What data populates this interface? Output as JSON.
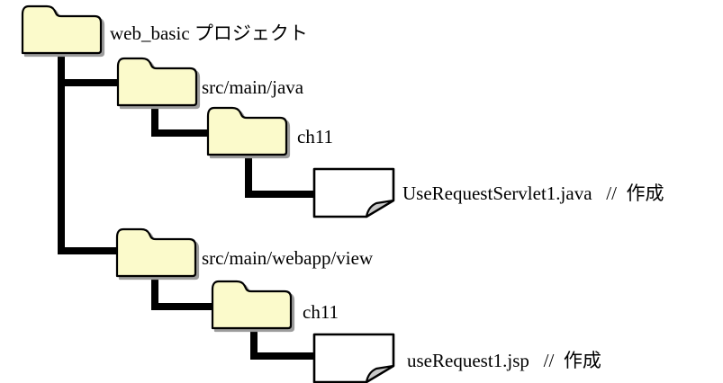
{
  "diagram_type": "folder-tree",
  "tree": {
    "label": "web_basic プロジェクト",
    "type": "folder",
    "children": [
      {
        "label": "src/main/java",
        "type": "folder",
        "children": [
          {
            "label": "ch11",
            "type": "folder",
            "children": [
              {
                "label": "UseRequestServlet1.java   //  作成",
                "type": "file",
                "filename": "UseRequestServlet1.java",
                "comment": "// 作成"
              }
            ]
          }
        ]
      },
      {
        "label": "src/main/webapp/view",
        "type": "folder",
        "children": [
          {
            "label": "ch11",
            "type": "folder",
            "children": [
              {
                "label": "useRequest1.jsp   //  作成",
                "type": "file",
                "filename": "useRequest1.jsp",
                "comment": "// 作成"
              }
            ]
          }
        ]
      }
    ]
  },
  "icons": {
    "folder": "folder-icon",
    "file": "document-icon"
  },
  "colors": {
    "background": "#FFFFFF",
    "folder_fill": "#FBFACB",
    "folder_shadow": "#9C9C9C",
    "outline": "#000000",
    "file_fill": "#FFFFFF",
    "fold_fill": "#C8C8C8",
    "connector": "#000000",
    "text": "#000000"
  }
}
